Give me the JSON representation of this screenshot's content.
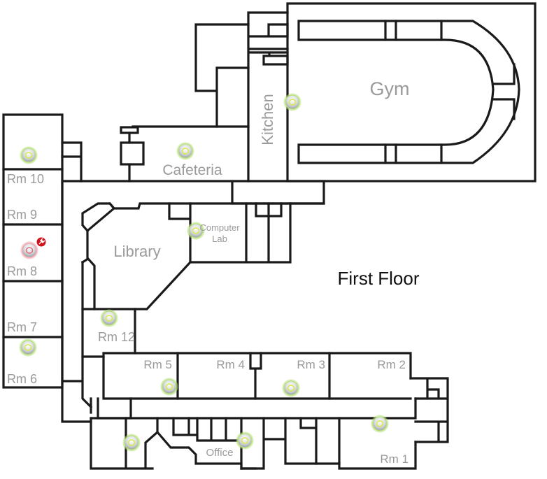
{
  "floor_title": "First Floor",
  "colors": {
    "wall": "#1a1a1a",
    "label": "#9a9a9a",
    "ap_online_ring": "#b7e07a",
    "ap_offline_ring": "#f0a0a8",
    "alert_badge": "#d0121b"
  },
  "rooms": {
    "gym": "Gym",
    "kitchen": "Kitchen",
    "cafeteria": "Cafeteria",
    "library": "Library",
    "computer_lab_line1": "Computer",
    "computer_lab_line2": "Lab",
    "rm10": "Rm 10",
    "rm9": "Rm 9",
    "rm8": "Rm 8",
    "rm7": "Rm 7",
    "rm6": "Rm 6",
    "rm12": "Rm 12",
    "rm5": "Rm 5",
    "rm4": "Rm 4",
    "rm3": "Rm 3",
    "rm2": "Rm 2",
    "rm1": "Rm 1",
    "office": "Office"
  },
  "access_points": [
    {
      "id": "ap-rm10",
      "status": "online"
    },
    {
      "id": "ap-cafeteria",
      "status": "online"
    },
    {
      "id": "ap-kitchen",
      "status": "online"
    },
    {
      "id": "ap-rm8",
      "status": "offline",
      "icon": "disconnected-plug-icon"
    },
    {
      "id": "ap-computer-lab",
      "status": "online"
    },
    {
      "id": "ap-rm12",
      "status": "online"
    },
    {
      "id": "ap-rm6",
      "status": "online"
    },
    {
      "id": "ap-rm5",
      "status": "online"
    },
    {
      "id": "ap-rm3",
      "status": "online"
    },
    {
      "id": "ap-rm1",
      "status": "online"
    },
    {
      "id": "ap-hall-west",
      "status": "online"
    },
    {
      "id": "ap-office",
      "status": "online"
    }
  ]
}
